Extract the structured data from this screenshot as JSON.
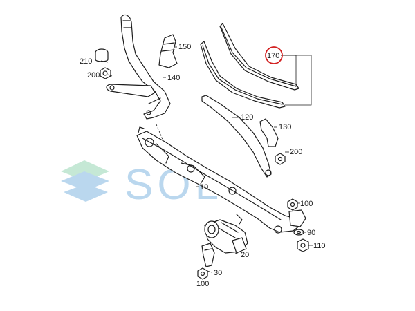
{
  "labels": {
    "p10": "10",
    "p20": "20",
    "p30": "30",
    "p90": "90",
    "p100a": "100",
    "p100b": "100",
    "p110": "110",
    "p120": "120",
    "p130": "130",
    "p140": "140",
    "p150": "150",
    "p170": "170",
    "p200a": "200",
    "p200b": "200",
    "p210": "210"
  },
  "watermark": {
    "text": "SOL",
    "colors": {
      "blue": "#3d8fcf",
      "green": "#5bbf8a"
    }
  },
  "highlight": {
    "color": "#d21f1f"
  }
}
